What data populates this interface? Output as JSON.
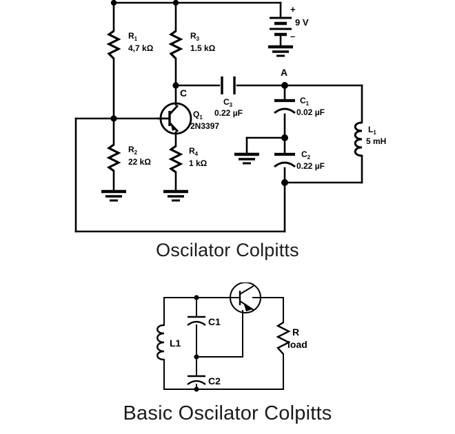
{
  "page": {
    "background_color": "#ffffff",
    "ink_color": "#000000"
  },
  "figures": [
    {
      "id": "colpitts-detailed",
      "title": "Oscilator Colpitts",
      "title_color": "#1b1b1b"
    },
    {
      "id": "colpitts-basic",
      "title": "Basic Oscilator Colpitts",
      "title_color": "#1b1b1b"
    }
  ],
  "top_circuit": {
    "title": "Oscilator Colpitts",
    "components": {
      "r1": {
        "ref": "R",
        "ref_sub": "1",
        "value": "4,7 kΩ"
      },
      "r2": {
        "ref": "R",
        "ref_sub": "2",
        "value": "22 kΩ"
      },
      "r3": {
        "ref": "R",
        "ref_sub": "3",
        "value": "1.5 kΩ"
      },
      "r4": {
        "ref": "R",
        "ref_sub": "4",
        "value": "1 kΩ"
      },
      "c1": {
        "ref": "C",
        "ref_sub": "1",
        "value": "0.02 µF"
      },
      "c2": {
        "ref": "C",
        "ref_sub": "2",
        "value": "0.22 µF"
      },
      "c3": {
        "ref": "C",
        "ref_sub": "3",
        "value": "0.22 µF"
      },
      "l1": {
        "ref": "L",
        "ref_sub": "1",
        "value": "5 mH"
      },
      "q1": {
        "ref": "Q",
        "ref_sub": "1",
        "value": "2N3397"
      },
      "battery": {
        "value": "9 V",
        "plus": "+",
        "minus": "–"
      }
    },
    "nodes": {
      "collector": "C",
      "tank_top": "A"
    }
  },
  "bottom_circuit": {
    "title": "Basic Oscilator Colpitts",
    "components": {
      "l1": {
        "label": "L1"
      },
      "c1": {
        "label": "C1"
      },
      "c2": {
        "label": "C2"
      },
      "rload": {
        "label_line1": "R",
        "label_line2": "load"
      }
    }
  }
}
